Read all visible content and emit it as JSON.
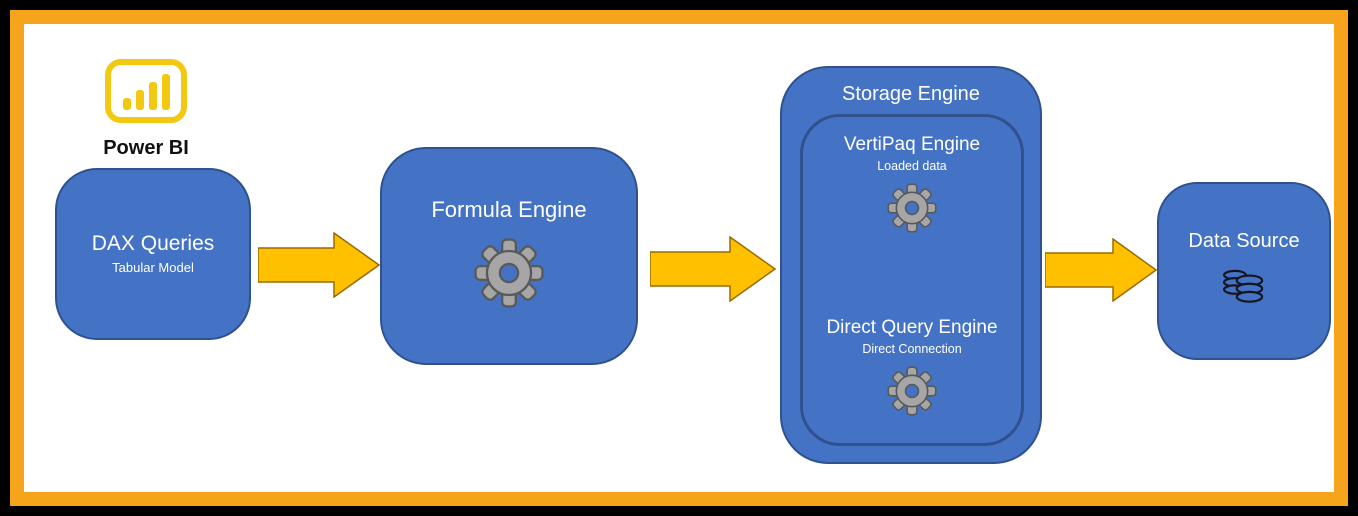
{
  "logo": {
    "label": "Power BI"
  },
  "nodes": {
    "dax_queries": {
      "title": "DAX Queries",
      "subtitle": "Tabular Model"
    },
    "formula_engine": {
      "title": "Formula Engine"
    },
    "storage_engine": {
      "title": "Storage Engine",
      "vertipaq_engine": {
        "title": "VertiPaq Engine",
        "subtitle": "Loaded data"
      },
      "direct_query_engine": {
        "title": "Direct Query Engine",
        "subtitle": "Direct Connection"
      }
    },
    "data_source": {
      "title": "Data Source"
    }
  },
  "icons": {
    "powerbi_logo": "powerbi-logo-icon",
    "gear": "gear-icon",
    "database": "database-icon"
  },
  "colors": {
    "frame_outer": "#000000",
    "frame_inner": "#F7A41D",
    "canvas": "#FFFFFF",
    "node_fill": "#4472C4",
    "node_border": "#2F528F",
    "arrow_fill": "#FFC000",
    "arrow_outline": "#9A6A00",
    "gear_fill": "#A6A6A6",
    "gear_outline": "#595959",
    "logo_yellow": "#F2C811",
    "text_on_node": "#FFFFFF",
    "text_logo": "#111111"
  }
}
